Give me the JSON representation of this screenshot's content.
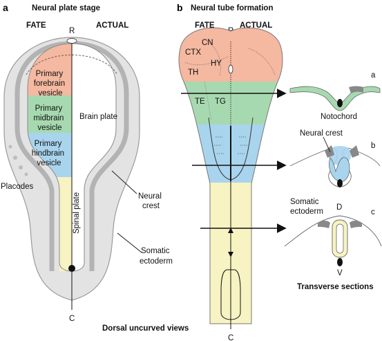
{
  "panel_a": {
    "letter": "a",
    "title": "Neural plate stage",
    "fate": "FATE",
    "actual": "ACTUAL",
    "rostral": "R",
    "caudal": "C",
    "forebrain": [
      "Primary",
      "forebrain",
      "vesicle"
    ],
    "midbrain": [
      "Primary",
      "midbrain",
      "vesicle"
    ],
    "hindbrain": [
      "Primary",
      "hindbrain",
      "vesicle"
    ],
    "brain_plate": "Brain plate",
    "spinal_plate": "Spinal plate",
    "placodes": "Placodes",
    "neural_crest": [
      "Neural",
      "crest"
    ],
    "somatic_ectoderm": [
      "Somatic",
      "ectoderm"
    ]
  },
  "panel_b": {
    "letter": "b",
    "title": "Neural tube formation",
    "fate": "FATE",
    "actual": "ACTUAL",
    "rostral": "R",
    "caudal": "C",
    "regions": [
      "CN",
      "CTX",
      "TH",
      "HY",
      "TE",
      "TG"
    ],
    "section_a": "a",
    "section_b": "b",
    "section_c": "c",
    "notochord": "Notochord",
    "neural_crest": "Neural crest",
    "somatic_ectoderm": [
      "Somatic",
      "ectoderm"
    ],
    "dorsal": "D",
    "ventral": "V",
    "transverse": "Transverse sections"
  },
  "footer": "Dorsal uncurved views",
  "colors": {
    "forebrain": "#f5b8a0",
    "midbrain": "#a7d9b0",
    "hindbrain": "#a9d4ee",
    "spinal": "#f7f3c2",
    "ectoderm": "#e3e3e3",
    "crest": "#aaaaaa"
  }
}
